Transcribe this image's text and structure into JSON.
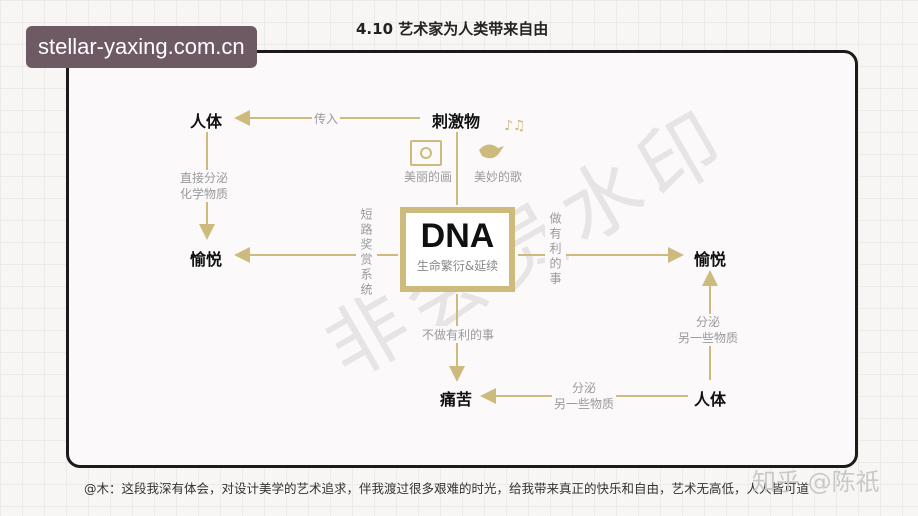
{
  "watermark_tag": "stellar-yaxing.com.cn",
  "figure_title": "4.10  艺术家为人类带来自由",
  "background_watermark": "非会员水印",
  "nodes": {
    "human_top": "人体",
    "stimulus": "刺激物",
    "pleasure_left": "愉悦",
    "pleasure_right": "愉悦",
    "pain": "痛苦",
    "human_bottom": "人体"
  },
  "dna": {
    "title": "DNA",
    "subtitle": "生命繁衍&延续"
  },
  "edge_labels": {
    "transmit": "传入",
    "secrete_chem": "直接分泌\n化学物质",
    "short_circuit": "短路奖赏系统",
    "beneficial": "做有利的事",
    "beautiful_painting": "美丽的画",
    "beautiful_song": "美妙的歌",
    "not_beneficial": "不做有利的事",
    "secrete_other_right": "分泌\n另一些物质",
    "secrete_other_bottom": "分泌\n另一些物质"
  },
  "icons": [
    "picture-icon",
    "bird-icon",
    "music-notes-icon"
  ],
  "colors": {
    "accent": "#cdbb7d",
    "tag_bg": "#6e5a63"
  },
  "caption": "@木：这段我深有体会，对设计美学的艺术追求，伴我渡过很多艰难的时光，给我带来真正的快乐和自由，艺术无高低，人人皆可道",
  "credit": "知乎 @陈祇"
}
